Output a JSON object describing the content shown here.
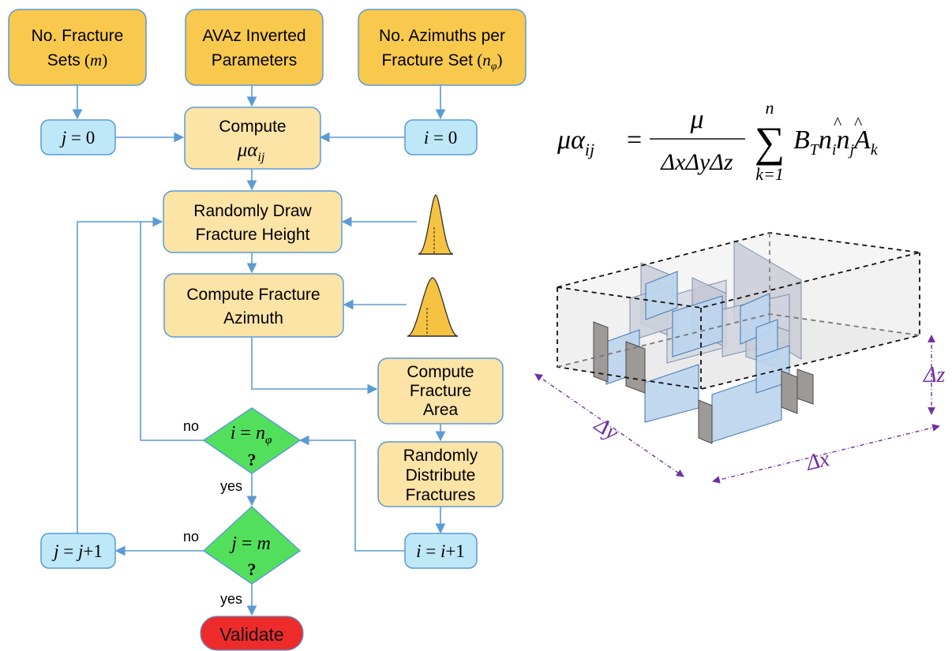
{
  "colors": {
    "input_box": "#F8C94D",
    "process_box": "#FCE3A6",
    "counter_box": "#BEE7F8",
    "decision": "#52E05C",
    "terminal": "#EE2B2B",
    "connector": "#5B9BD5",
    "dimension": "#7030A0",
    "distribution": "#F5C242"
  },
  "inputs": {
    "fracture_sets": {
      "line1": "No. Fracture",
      "line2": "Sets",
      "var": "m"
    },
    "avaz": {
      "line1": "AVAz Inverted",
      "line2": "Parameters"
    },
    "azimuths": {
      "line1": "No. Azimuths per",
      "line2": "Fracture Set",
      "var": "n",
      "sub": "φ"
    }
  },
  "counters": {
    "j_init": {
      "lhs": "j",
      "rhs": "0"
    },
    "i_init": {
      "lhs": "i",
      "rhs": "0"
    },
    "j_incr": {
      "lhs": "j",
      "rhs": "j",
      "plus": "+1"
    },
    "i_incr": {
      "lhs": "i",
      "rhs": "i",
      "plus": "+1"
    }
  },
  "process": {
    "compute_mu": {
      "line1": "Compute",
      "sym": "μα",
      "sub": "ij"
    },
    "draw_height": {
      "line1": "Randomly Draw",
      "line2": "Fracture Height"
    },
    "azimuth": {
      "line1": "Compute Fracture",
      "line2": "Azimuth"
    },
    "area": {
      "line1": "Compute",
      "line2": "Fracture",
      "line3": "Area"
    },
    "distribute": {
      "line1": "Randomly",
      "line2": "Distribute",
      "line3": "Fractures"
    }
  },
  "decisions": {
    "i_check": {
      "lhs": "i",
      "eq": "=",
      "rhs": "n",
      "sub": "φ",
      "q": "?"
    },
    "j_check": {
      "lhs": "j",
      "eq": "=",
      "rhs": "m",
      "q": "?"
    }
  },
  "labels": {
    "no": "no",
    "yes": "yes"
  },
  "terminal": {
    "label": "Validate"
  },
  "equation": {
    "lhs": "μα",
    "lhs_sub": "ij",
    "num": "μ",
    "den": "ΔxΔyΔz",
    "sum": "∑",
    "upper": "n",
    "lower": "k=1",
    "B": "B",
    "B_sub": "T",
    "n1": "n",
    "n1_sub": "i",
    "n2": "n",
    "n2_sub": "j",
    "A": "A",
    "A_sub": "k"
  },
  "dims": {
    "dx": "Δx",
    "dy": "Δy",
    "dz": "Δz"
  }
}
